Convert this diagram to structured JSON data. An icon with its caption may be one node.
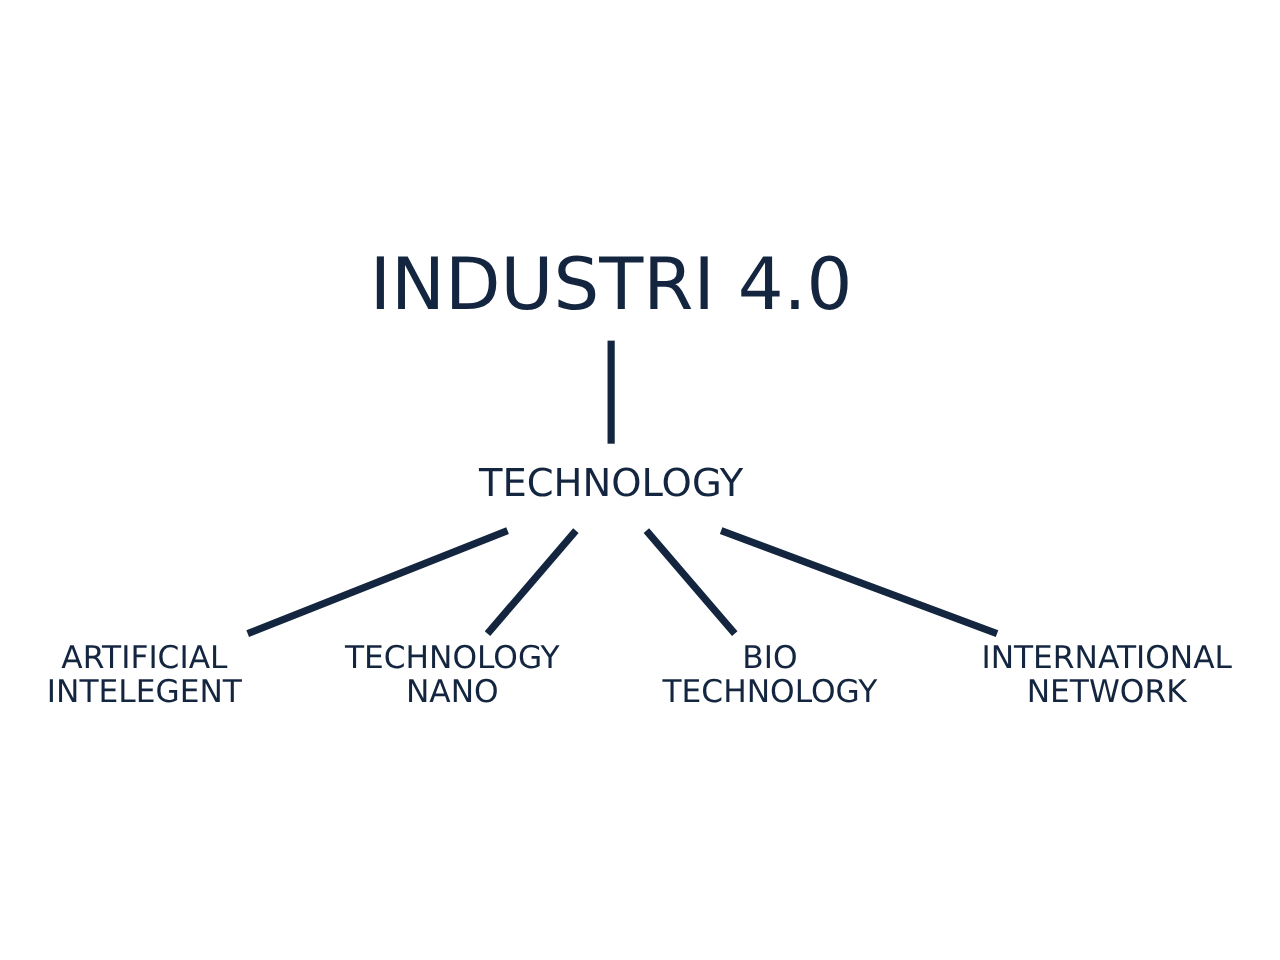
{
  "diagram": {
    "nodes": [
      {
        "text": [
          "INDUSTRI 4.0"
        ]
      },
      {
        "text": [
          "TECHNOLOGY"
        ]
      },
      {
        "text": [
          "ARTIFICIAL INTELEGENT"
        ]
      },
      {
        "text": [
          "TECHNOLOGY NANO"
        ]
      },
      {
        "text": [
          "BIO TECHNOLOGY"
        ]
      },
      {
        "text": [
          "INTERNATIONAL NETWORK"
        ]
      }
    ],
    "edges": [
      {
        "from": 0,
        "to": 1,
        "arrow": "none"
      },
      {
        "from": 1,
        "to": 2,
        "arrow": "none"
      },
      {
        "from": 1,
        "to": 3,
        "arrow": "none"
      },
      {
        "from": 1,
        "to": 4,
        "arrow": "none"
      },
      {
        "from": 1,
        "to": 5,
        "arrow": "none"
      }
    ]
  }
}
